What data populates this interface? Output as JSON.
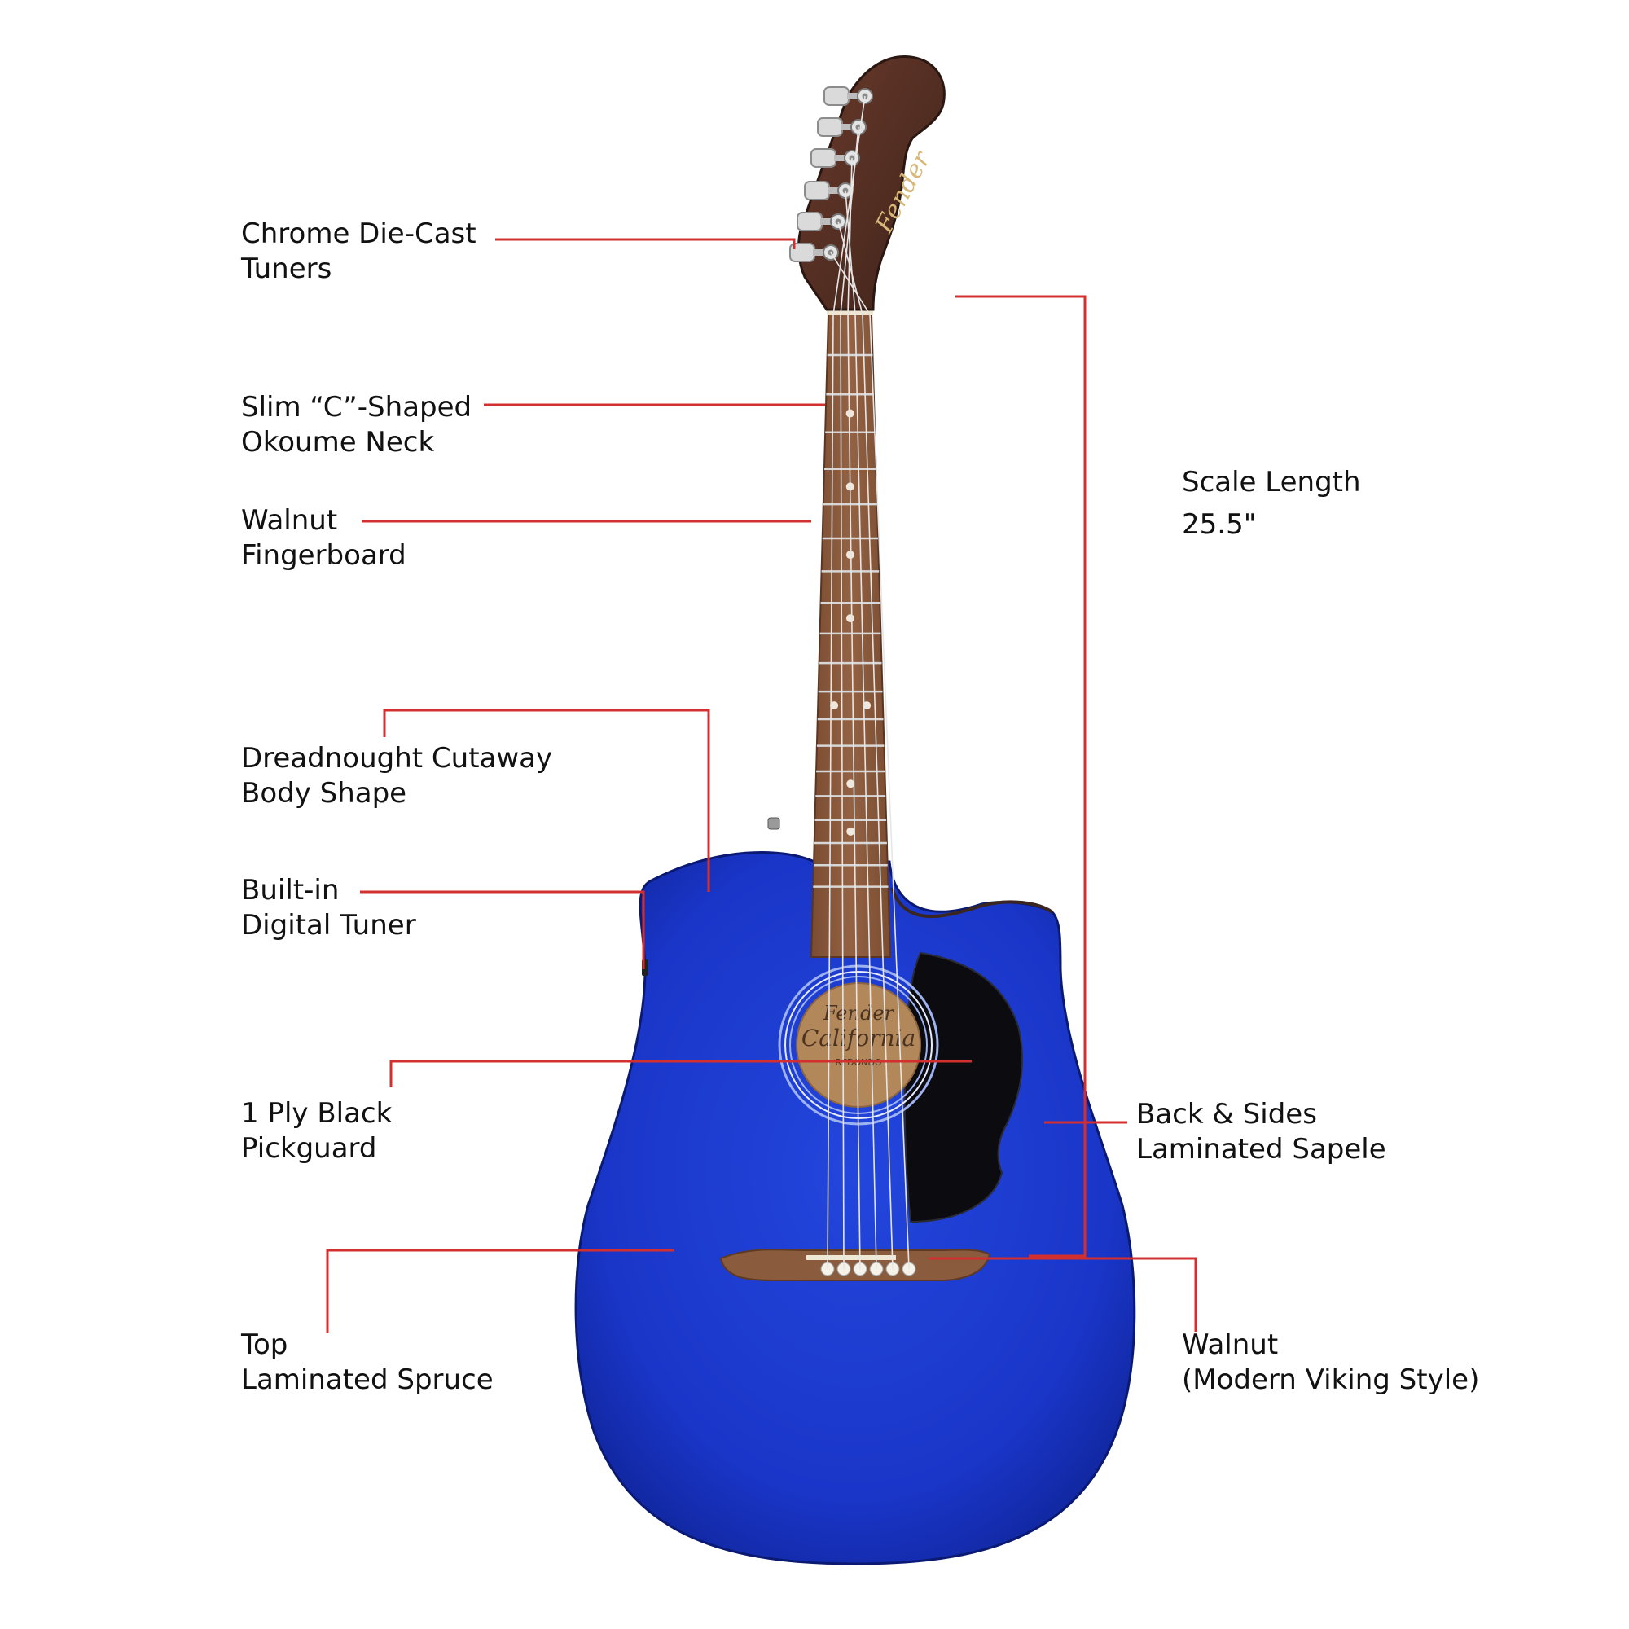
{
  "colors": {
    "background": "#ffffff",
    "leader_line": "#d32f2f",
    "label_text": "#111111",
    "body_blue": "#1a36c9",
    "body_blue_dark": "#0d1f8a",
    "wood_dark": "#5a3327",
    "fingerboard": "#8a5a3c",
    "pickguard": "#0b0b10",
    "soundhole": "#b2875a",
    "bridge": "#8a5b3c",
    "chrome": "#d9d9d9"
  },
  "guitar": {
    "brand_text": "Fender",
    "label_brand": "Fender",
    "label_model": "California",
    "label_sub": "REDONDO"
  },
  "callouts": {
    "tuners": {
      "line1": "Chrome Die-Cast",
      "line2": "Tuners"
    },
    "neck": {
      "line1": "Slim “C”-Shaped",
      "line2": "Okoume Neck"
    },
    "fingerboard": {
      "line1": "Walnut",
      "line2": "Fingerboard"
    },
    "body_shape": {
      "line1": "Dreadnought Cutaway",
      "line2": "Body Shape"
    },
    "tuner": {
      "line1": "Built-in",
      "line2": "Digital Tuner"
    },
    "pickguard": {
      "line1": "1 Ply Black",
      "line2": "Pickguard"
    },
    "top": {
      "line1": "Top",
      "line2": "Laminated Spruce"
    },
    "scale": {
      "line1": "Scale Length",
      "line2": "25.5\""
    },
    "back_sides": {
      "line1": "Back & Sides",
      "line2": "Laminated Sapele"
    },
    "bridge": {
      "line1": "Walnut",
      "line2": "(Modern Viking Style)"
    }
  }
}
